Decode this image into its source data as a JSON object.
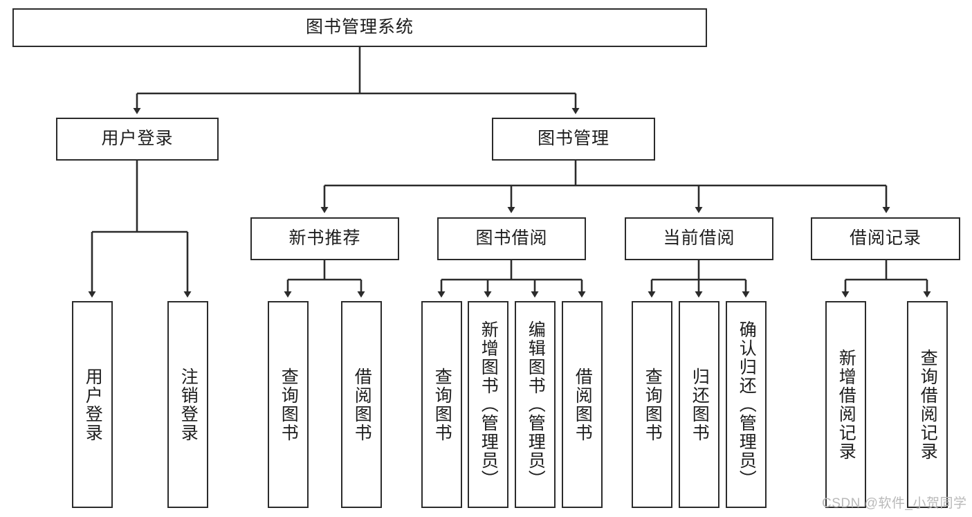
{
  "diagram": {
    "title": "图书管理系统",
    "type": "hierarchy-tree",
    "colors": {
      "box_border": "#2b2b2b",
      "box_fill": "#ffffff",
      "line": "#2b2b2b",
      "text": "#1d1d1d",
      "watermark": "#b9b9b9"
    },
    "levels": {
      "root": {
        "label": "图书管理系统"
      },
      "level2": [
        {
          "label": "用户登录"
        },
        {
          "label": "图书管理"
        }
      ],
      "level3": [
        {
          "label": "新书推荐"
        },
        {
          "label": "图书借阅"
        },
        {
          "label": "当前借阅"
        },
        {
          "label": "借阅记录"
        }
      ],
      "leaves": {
        "user_login": [
          {
            "label": "用户登录"
          },
          {
            "label": "注销登录"
          }
        ],
        "new_book_recommend": [
          {
            "label": "查询图书"
          },
          {
            "label": "借阅图书"
          }
        ],
        "book_borrow": [
          {
            "label": "查询图书"
          },
          {
            "label": "新增图书（管理员）"
          },
          {
            "label": "编辑图书（管理员）"
          },
          {
            "label": "借阅图书"
          }
        ],
        "current_borrow": [
          {
            "label": "查询图书"
          },
          {
            "label": "归还图书"
          },
          {
            "label": "确认归还（管理员）"
          }
        ],
        "borrow_record": [
          {
            "label": "新增借阅记录"
          },
          {
            "label": "查询借阅记录"
          }
        ]
      }
    },
    "watermark": "CSDN @软件_小贺同学"
  }
}
